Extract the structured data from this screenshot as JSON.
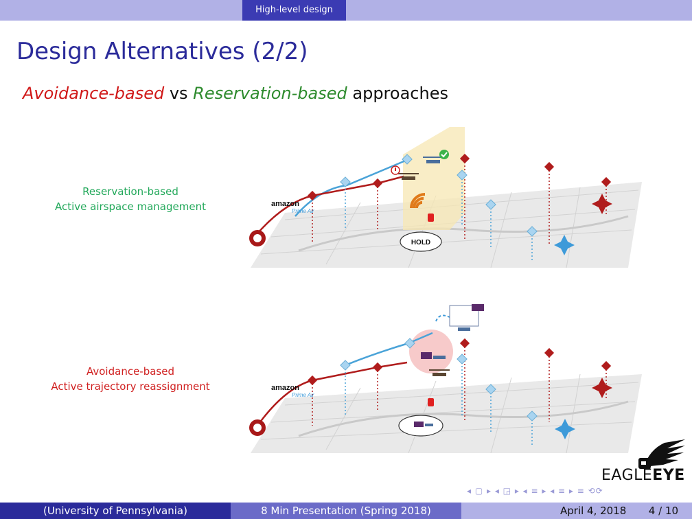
{
  "header": {
    "section": "High-level design"
  },
  "slide": {
    "title": "Design Alternatives (2/2)",
    "subtitle": {
      "part1": "Avoidance-based",
      "part2": " vs ",
      "part3": "Reservation-based",
      "part4": " approaches"
    },
    "diagram_top": {
      "label_line1": "Reservation-based",
      "label_line2": "Active airspace management",
      "brand": "amazon",
      "brand_sub": "Prime Air",
      "callout": "HOLD"
    },
    "diagram_bottom": {
      "label_line1": "Avoidance-based",
      "label_line2": "Active trajectory reassignment",
      "brand": "amazon",
      "brand_sub": "Prime Air"
    },
    "logo": {
      "part1": "EAGLE",
      "part2": "EYE"
    }
  },
  "nav": {
    "glyphs": "◂ ▢ ▸ ◂ ◲ ▸ ◂ ≡ ▸ ◂ ≡ ▸ ≡ ⟲⟳"
  },
  "footer": {
    "institution": "(University of Pennsylvania)",
    "event": "8 Min Presentation (Spring 2018)",
    "date": "April 4, 2018",
    "page": "4 / 10"
  },
  "colors": {
    "header_dark": "#3b3bb3",
    "header_light": "#b1b1e6",
    "title": "#2b2b9a",
    "reservation_green": "#22a85a",
    "avoidance_red": "#d02020",
    "path_red": "#b01c1c",
    "path_blue": "#4aa3d8"
  }
}
